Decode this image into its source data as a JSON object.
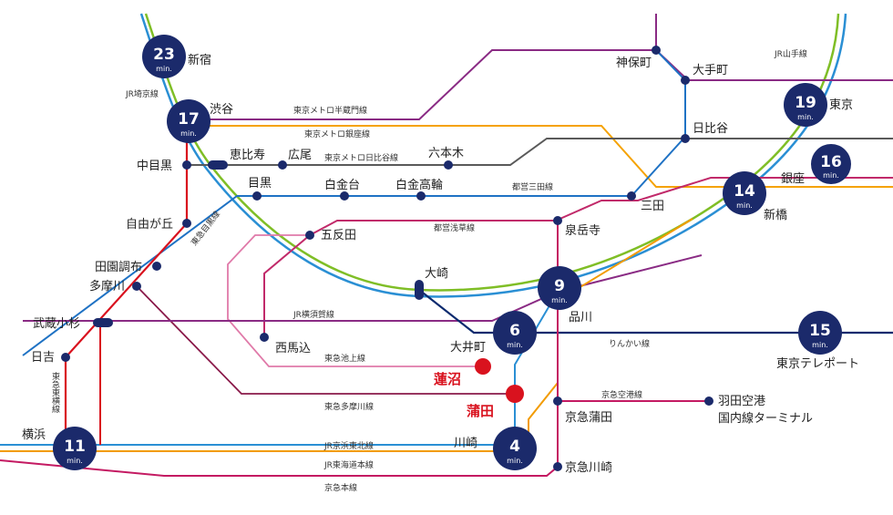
{
  "colors": {
    "navy": "#1b2a6b",
    "yamanote_green": "#7fbe26",
    "yamanote_blue": "#2a8fd4",
    "hanzomon": "#8a2b84",
    "ginza": "#f5a200",
    "hibiya": "#5a5a5a",
    "mita": "#1f72c4",
    "asakusa": "#c12a6a",
    "red": "#d9121e",
    "keikyu": "#c41a62",
    "tokaido": "#f29b00",
    "rinkai": "#0b2a6e",
    "ikegami": "#e07aa9",
    "tamagawa": "#8a1a4a"
  },
  "home_stations": {
    "hasunuma": "蓮沼",
    "kamata": "蒲田"
  },
  "unit": "min.",
  "badges": [
    {
      "id": "shinjuku",
      "minutes": "23",
      "label": "新宿"
    },
    {
      "id": "shibuya",
      "minutes": "17",
      "label": "渋谷"
    },
    {
      "id": "tokyo",
      "minutes": "19",
      "label": "東京"
    },
    {
      "id": "ginza",
      "minutes": "16",
      "label": "銀座"
    },
    {
      "id": "shinbashi",
      "minutes": "14",
      "label": "新橋"
    },
    {
      "id": "shinagawa",
      "minutes": "9",
      "label": "品川"
    },
    {
      "id": "oimachi",
      "minutes": "6",
      "label": "大井町"
    },
    {
      "id": "teleport",
      "minutes": "15",
      "label": "東京テレポート"
    },
    {
      "id": "yokohama",
      "minutes": "11",
      "label": "横浜"
    },
    {
      "id": "kawasaki",
      "minutes": "4",
      "label": "川崎"
    }
  ],
  "stations": {
    "jimbocho": "神保町",
    "otemachi": "大手町",
    "hibiya": "日比谷",
    "roppongi": "六本木",
    "hiroo": "広尾",
    "ebisu": "恵比寿",
    "nakameguro": "中目黒",
    "meguro": "目黒",
    "shirokanedai": "白金台",
    "shirokanetakanawa": "白金高輪",
    "mita": "三田",
    "sengakuji": "泉岳寺",
    "gotanda": "五反田",
    "osaki": "大崎",
    "jiyugaoka": "自由が丘",
    "denenchofu": "田園調布",
    "tamagawa": "多摩川",
    "musashikosugi": "武蔵小杉",
    "hiyoshi": "日吉",
    "nishimagome": "西馬込",
    "keikyukamata": "京急蒲田",
    "haneda": "羽田空港",
    "haneda2": "国内線ターミナル",
    "keikyukawasaki": "京急川崎"
  },
  "lines": {
    "yamanote": "JR山手線",
    "saikyo": "JR埼京線",
    "hanzomon": "東京メトロ半蔵門線",
    "ginza": "東京メトロ銀座線",
    "hibiya": "東京メトロ日比谷線",
    "mita": "都営三田線",
    "asakusa": "都営浅草線",
    "meguro": "東急目黒線",
    "yokosuka": "JR横須賀線",
    "ikegami": "東急池上線",
    "tamagawa": "東急多摩川線",
    "toyoko": "東急東横線",
    "rinkai": "りんかい線",
    "keikyu_airport": "京急空港線",
    "keihintohoku": "JR京浜東北線",
    "tokaido": "JR東海道本線",
    "keikyu": "京急本線"
  }
}
